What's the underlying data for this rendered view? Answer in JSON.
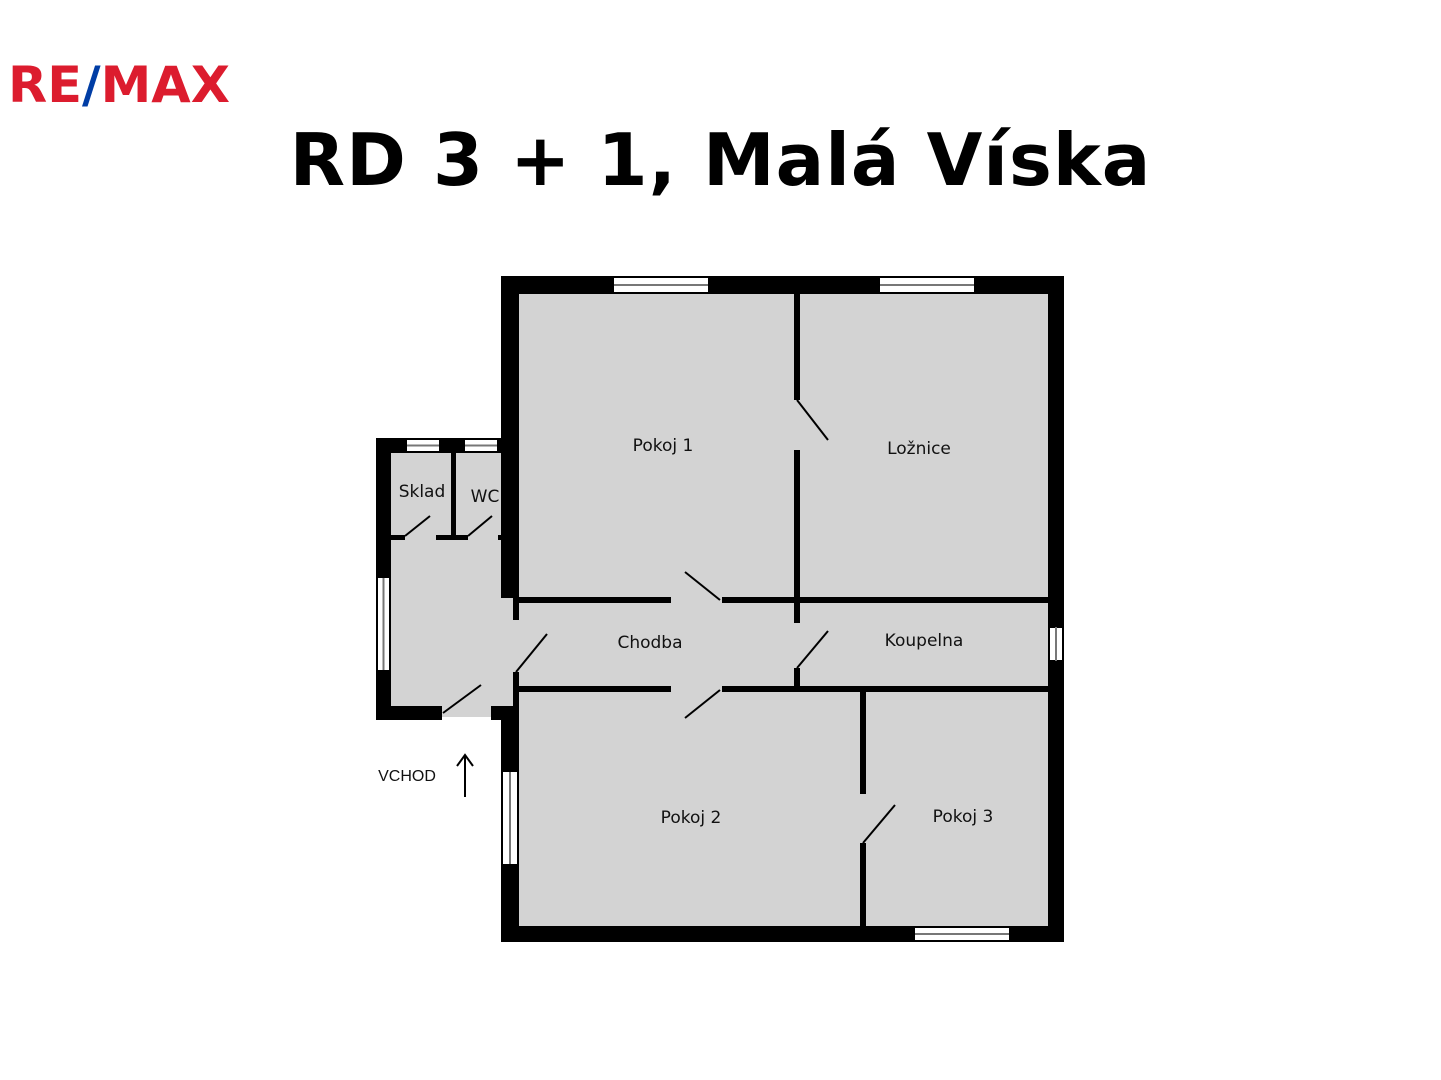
{
  "brand": {
    "logo_text": "RE/MAX",
    "logo_red": "#dc1c2e",
    "logo_blue": "#003da5"
  },
  "title": "RD 3 + 1, Malá Víska",
  "rooms": {
    "pokoj1": "Pokoj 1",
    "loznice": "Ložnice",
    "sklad": "Sklad",
    "wc": "WC",
    "chodba": "Chodba",
    "koupelna": "Koupelna",
    "pokoj2": "Pokoj 2",
    "pokoj3": "Pokoj 3"
  },
  "entrance": "VCHOD",
  "colors": {
    "floor": "#d3d3d3",
    "wall": "#000000",
    "window": "#ffffff"
  }
}
